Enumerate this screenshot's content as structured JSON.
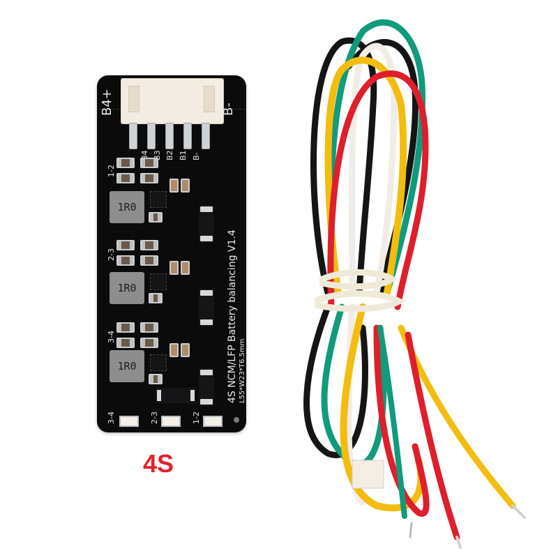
{
  "product": {
    "variant_label": "4S",
    "variant_label_color": "#e3222b"
  },
  "board": {
    "title_silkscreen": "4S NCM/LFP Battery balancing V1.4",
    "dimensions_silkscreen": "L55*W23*T6.5mm",
    "connector_left_label": "B4+",
    "connector_right_label": "B-",
    "pin_labels": [
      "B4",
      "B3",
      "B2",
      "B1",
      "B-"
    ],
    "cell_section_labels": [
      "1-2",
      "2-3",
      "3-4"
    ],
    "inductor_marking": "1R0",
    "led_labels": [
      "3-4",
      "2-3",
      "1-2"
    ],
    "background_color": "#0b0b0c"
  },
  "wires": {
    "colors": [
      "black",
      "green",
      "white",
      "yellow",
      "red"
    ],
    "color_hex": {
      "black": "#151515",
      "green": "#119a7c",
      "white": "#f1ede6",
      "yellow": "#f2bd0f",
      "red": "#de1f2c"
    }
  }
}
